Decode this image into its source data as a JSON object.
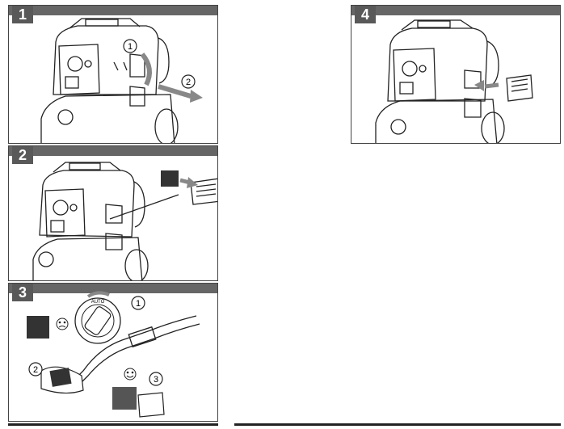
{
  "steps": [
    {
      "number": "1",
      "callouts": [
        "1",
        "2"
      ]
    },
    {
      "number": "2",
      "callouts": []
    },
    {
      "number": "3",
      "callouts": [
        "1",
        "2",
        "3"
      ],
      "dial_label": "AUTO"
    },
    {
      "number": "4",
      "callouts": []
    }
  ],
  "colors": {
    "bar": "#666666",
    "badge": "#595959",
    "line": "#222222",
    "arrow": "#888888"
  }
}
